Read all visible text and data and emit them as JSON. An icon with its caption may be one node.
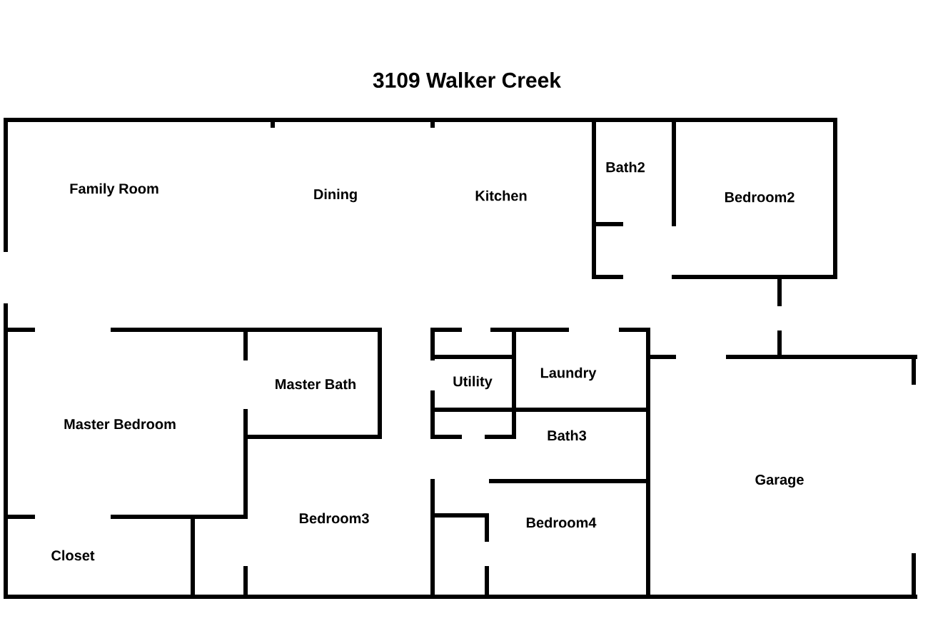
{
  "diagram": {
    "title": "3109 Walker Creek",
    "labels": [
      "Family Room",
      "Dining",
      "Kitchen",
      "Bath2",
      "Bedroom2",
      "Master Bath",
      "Master Bedroom",
      "Utility",
      "Laundry",
      "Bath3",
      "Garage",
      "Bedroom3",
      "Bedroom4",
      "Closet"
    ]
  }
}
